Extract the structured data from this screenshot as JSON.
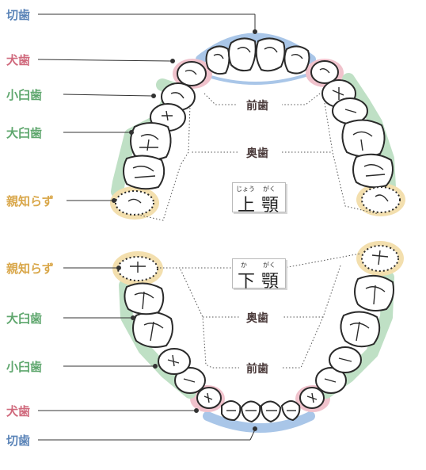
{
  "labels": {
    "incisor": "切歯",
    "canine": "犬歯",
    "premolar": "小臼歯",
    "molar": "大臼歯",
    "wisdom": "親知らず",
    "front_teeth": "前歯",
    "back_teeth": "奥歯"
  },
  "upper_jaw": {
    "kanji_1": "上",
    "kanji_2": "顎",
    "ruby_1": "じょう",
    "ruby_2": "がく"
  },
  "lower_jaw": {
    "kanji_1": "下",
    "kanji_2": "顎",
    "ruby_1": "か",
    "ruby_2": "がく"
  },
  "colors": {
    "incisor": "#5b84b8",
    "canine": "#d06a7d",
    "premolar": "#5fa76e",
    "wisdom": "#d9a74a",
    "incisor_band": "#a9c6e8",
    "canine_band": "#f0c2cc",
    "molar_band": "#bfe0c5",
    "wisdom_band": "#f3dfae"
  }
}
